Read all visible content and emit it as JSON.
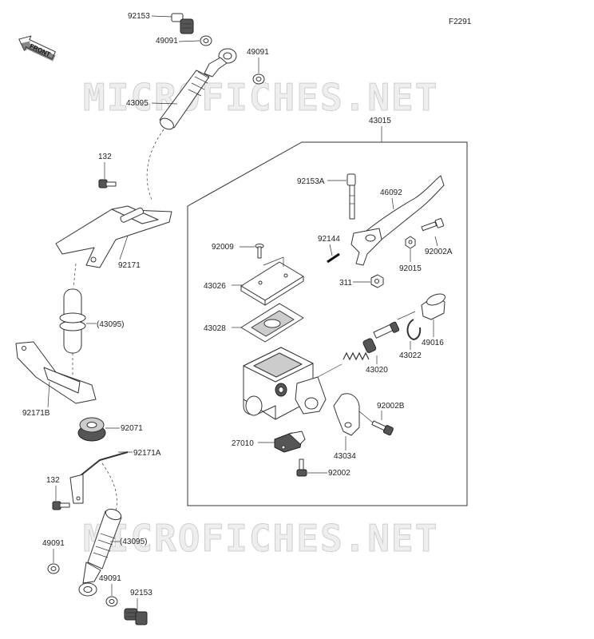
{
  "diagram_code": "F2291",
  "front_label": "FRONT",
  "watermarks": [
    "MICROFICHES.NET",
    "MICROFICHES.NET"
  ],
  "callouts": {
    "top_bolt": "92153",
    "top_washer_left": "49091",
    "top_washer_right": "49091",
    "hose_upper": "43095",
    "bolt_132_upper": "132",
    "bracket_92171": "92171",
    "hose_mid_ref": "(43095)",
    "bracket_92171b": "92171B",
    "grommet": "92071",
    "clamp_92171a": "92171A",
    "bolt_132_lower": "132",
    "hose_lower_ref": "(43095)",
    "bottom_washer_left": "49091",
    "bottom_washer_right": "49091",
    "bottom_bolt": "92153",
    "master_cyl_assy": "43015",
    "pivot_bolt": "92153A",
    "lever": "46092",
    "pin": "92144",
    "nut_311": "311",
    "lever_nut": "92015",
    "lever_bolt": "92002A",
    "cap_screw": "92009",
    "cap": "43026",
    "diaphragm": "43028",
    "piston_kit": "43020",
    "circlip": "43022",
    "boot": "49016",
    "clamp_bolt": "92002B",
    "holder": "43034",
    "switch": "27010",
    "switch_screw": "92002"
  }
}
